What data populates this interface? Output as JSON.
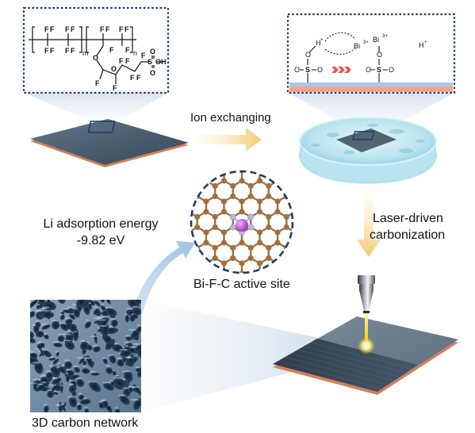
{
  "labels": {
    "ion_exchanging": "Ion exchanging",
    "laser_line1": "Laser-driven",
    "laser_line2": "carbonization",
    "li_line1": "Li adsorption energy",
    "li_line2": "-9.82 eV",
    "active_site": "Bi-F-C active site",
    "carbon_network": "3D carbon network"
  },
  "structure": {
    "polymer": {
      "fluorine": "F",
      "subscript_m": "m",
      "subscript_n": "n",
      "oxygen": "O",
      "sulfur": "S",
      "hydroxyl": "OH"
    },
    "exchange": {
      "proton": "H",
      "bismuth": "Bi",
      "bismuth_charge": "3+",
      "proton_charge": "+",
      "oxygen": "O",
      "sulfur": "S"
    }
  },
  "colors": {
    "dotted_frame": "#1f3d6b",
    "carbon_atom": "#a0703f",
    "bismuth_atom": "#b347c9",
    "fluorine_atom": "#b7b9d6",
    "film": "#4a5e70",
    "substrate": "#d1825a",
    "arrow": "#f5d48a"
  }
}
